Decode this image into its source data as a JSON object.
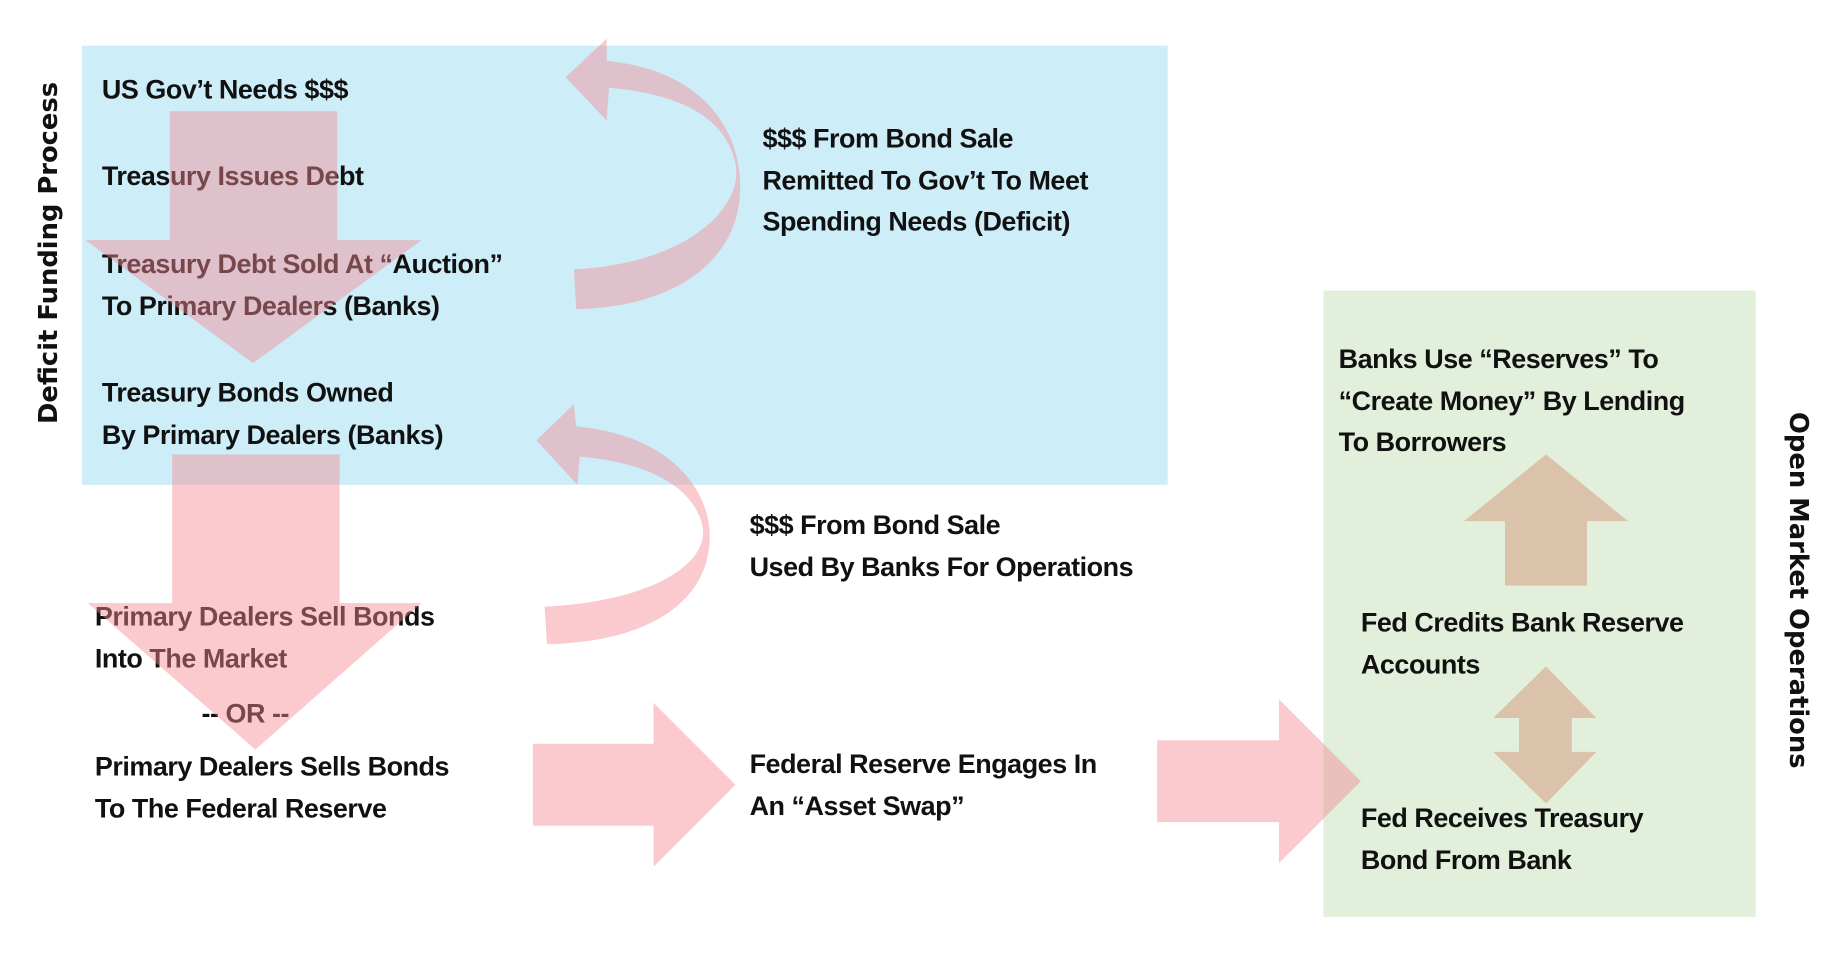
{
  "colors": {
    "deficit_panel": "#cdeef9",
    "omo_panel": "#e2efda",
    "flow_arrow": "#f59a9e",
    "omo_arrow": "#d7b49a"
  },
  "side_labels": {
    "left": "Deficit Funding Process",
    "right": "Open Market Operations"
  },
  "deficit": {
    "step1": "US Gov’t Needs $$$",
    "step2": "Treasury Issues Debt",
    "step3": [
      "Treasury Debt Sold At “Auction”",
      "To Primary Dealers (Banks)"
    ],
    "step4": [
      "Treasury Bonds Owned",
      "By Primary Dealers (Banks)"
    ],
    "remit_note": [
      "$$$ From Bond Sale",
      "Remitted To Gov’t To Meet",
      "Spending Needs (Deficit)"
    ]
  },
  "dealers": {
    "option1": [
      "Primary Dealers Sell Bonds",
      "Into The Market"
    ],
    "or_label": "-- OR --",
    "option2": [
      "Primary Dealers Sells Bonds",
      "To The Federal Reserve"
    ],
    "operations_note": [
      "$$$ From Bond Sale",
      "Used By Banks For Operations"
    ]
  },
  "fed": {
    "asset_swap": [
      "Federal Reserve Engages In",
      "An “Asset Swap”"
    ]
  },
  "omo": {
    "lending": [
      "Banks Use “Reserves” To",
      "“Create Money” By Lending",
      "To Borrowers"
    ],
    "credits": [
      "Fed Credits Bank Reserve",
      "Accounts"
    ],
    "receives": [
      "Fed Receives Treasury",
      "Bond From Bank"
    ]
  }
}
